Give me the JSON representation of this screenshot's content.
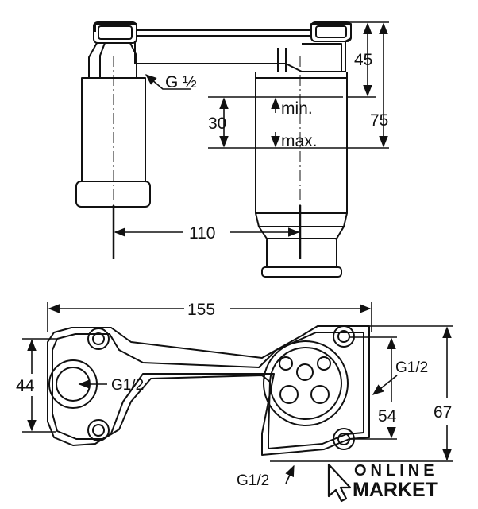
{
  "top_view": {
    "thread_label": "G ½",
    "dim_45": "45",
    "dim_30": "30",
    "dim_75": "75",
    "dim_110": "110",
    "min_label": "min.",
    "max_label": "max."
  },
  "bottom_view": {
    "dim_155": "155",
    "dim_44": "44",
    "dim_54": "54",
    "dim_67": "67",
    "inlet_left": "G1/2",
    "inlet_right": "G1/2",
    "inlet_bottom": "G1/2"
  },
  "watermark": {
    "line1": "ONLINE",
    "line2": "MARKET"
  }
}
